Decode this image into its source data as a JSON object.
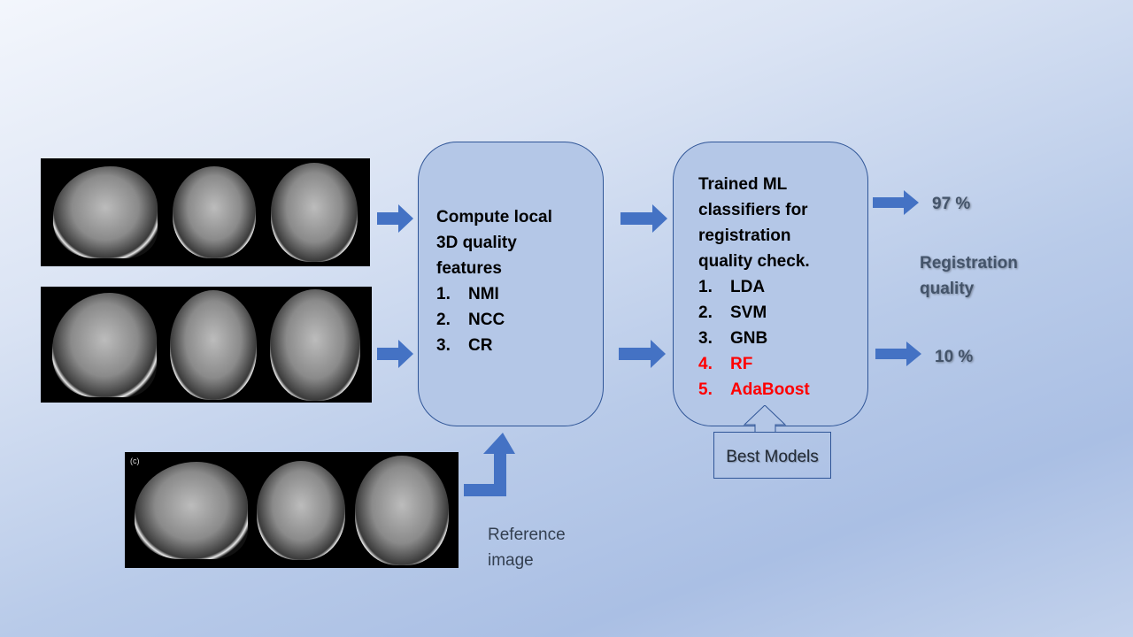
{
  "images": {
    "input_1": {
      "label": ""
    },
    "input_2": {
      "label": ""
    },
    "reference": {
      "label": "(c)",
      "caption_line1": "Reference",
      "caption_line2": "image"
    }
  },
  "feature_box": {
    "title_lines": [
      "Compute local",
      "3D quality",
      "features"
    ],
    "items": [
      {
        "num": "1.",
        "label": "NMI"
      },
      {
        "num": "2.",
        "label": "NCC"
      },
      {
        "num": "3.",
        "label": "CR"
      }
    ]
  },
  "classifier_box": {
    "title_lines": [
      "Trained ML",
      "classifiers for",
      "registration",
      "quality check."
    ],
    "items": [
      {
        "num": "1.",
        "label": "LDA",
        "highlight": false
      },
      {
        "num": "2.",
        "label": "SVM",
        "highlight": false
      },
      {
        "num": "3.",
        "label": "GNB",
        "highlight": false
      },
      {
        "num": "4.",
        "label": "RF",
        "highlight": true
      },
      {
        "num": "5.",
        "label": "AdaBoost",
        "highlight": true
      }
    ]
  },
  "best_models": "Best Models",
  "outputs": {
    "high": "97 %",
    "low": "10 %",
    "caption_line1": "Registration",
    "caption_line2": "quality"
  },
  "colors": {
    "arrow": "#4472c4",
    "box_fill": "#b4c7e7",
    "box_border": "#2f5597",
    "highlight": "#ff0000"
  }
}
